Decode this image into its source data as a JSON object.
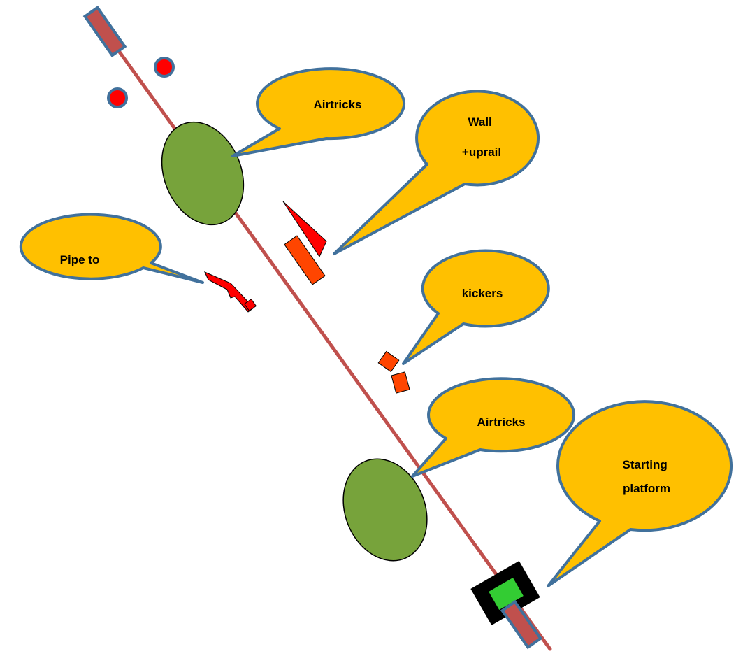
{
  "colors": {
    "course_line": "#C0504D",
    "course_end": "#C0504D",
    "course_end_outline": "#41719C",
    "bubble_fill": "#FFC000",
    "bubble_outline": "#41719C",
    "airtrick_fill": "#77A33B",
    "obstacle_fill": "#FF4500",
    "dot_fill": "#FF0000",
    "platform_outer": "#000000",
    "platform_inner": "#33CC33"
  },
  "callouts": {
    "airtricks_top": {
      "lines": [
        "Airtricks"
      ]
    },
    "wall_uprail": {
      "lines": [
        "Wall",
        "+uprail"
      ]
    },
    "pipe_to": {
      "lines": [
        "Pipe to"
      ]
    },
    "kickers": {
      "lines": [
        "kickers"
      ]
    },
    "airtricks_bottom": {
      "lines": [
        "Airtricks"
      ]
    },
    "starting_platform": {
      "lines": [
        "Starting",
        "platform"
      ]
    }
  }
}
